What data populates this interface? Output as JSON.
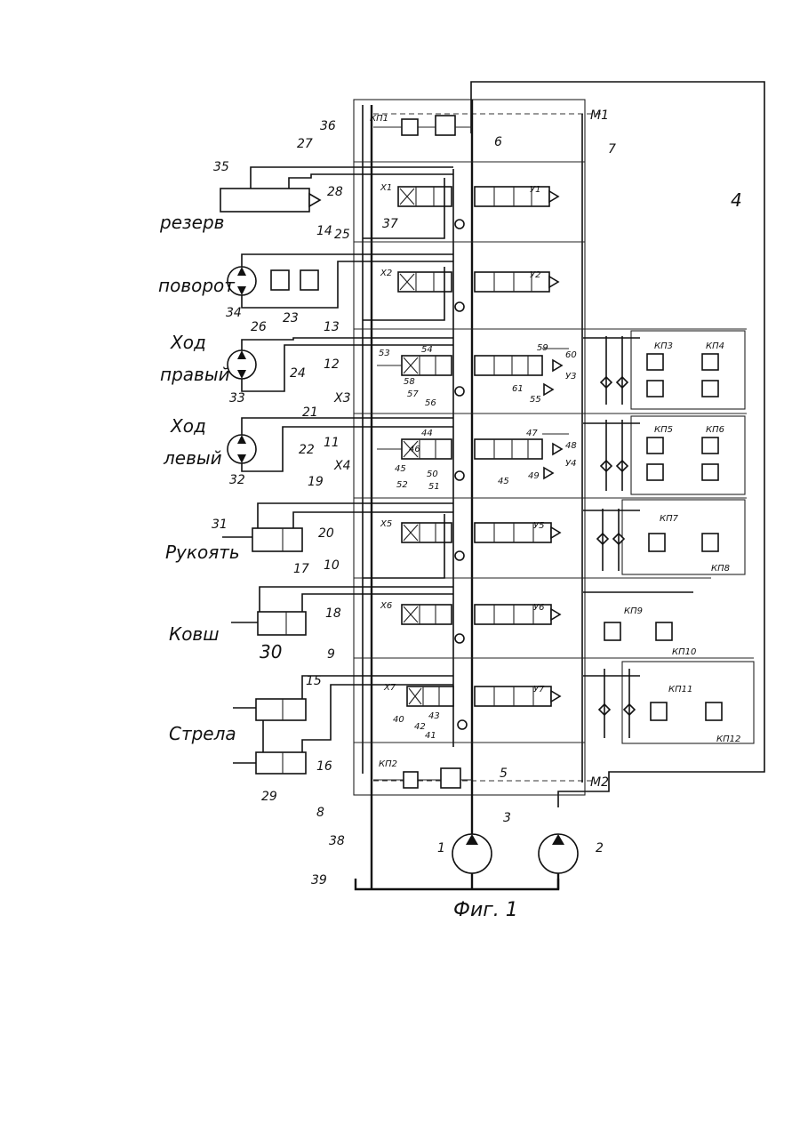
{
  "labels": {
    "rezerv": "резерв",
    "povorot": "поворот",
    "hod_pravyi_1": "Ход",
    "hod_pravyi_2": "правый",
    "hod_levyi_1": "Ход",
    "hod_levyi_2": "левый",
    "rukoyat": "Рукоять",
    "kovsh": "Ковш",
    "strela": "Стрела"
  },
  "caption": "Фиг. 1",
  "valves": {
    "kp1": "КП1",
    "kp2": "КП2",
    "kp3": "КП3",
    "kp4": "КП4",
    "kp5": "КП5",
    "kp6": "КП6",
    "kp7": "КП7",
    "kp8": "КП8",
    "kp9": "КП9",
    "kp10": "КП10",
    "kp11": "КП11",
    "kp12": "КП12",
    "m1": "М1",
    "m2": "М2"
  },
  "spools": {
    "x1": "Х1",
    "y1": "У1",
    "x2": "Х2",
    "y2": "У2",
    "x3": "Х3",
    "y3": "У3",
    "x4": "Х4",
    "y4": "У4",
    "x5": "Х5",
    "y5": "У5",
    "x6": "Х6",
    "y6": "У6",
    "x7": "Х7",
    "y7": "У7"
  },
  "numbers": {
    "n1": "1",
    "n2": "2",
    "n3": "3",
    "n4": "4",
    "n5": "5",
    "n6": "6",
    "n7": "7",
    "n8": "8",
    "n9": "9",
    "n10": "10",
    "n11": "11",
    "n12": "12",
    "n13": "13",
    "n14": "14",
    "n15": "15",
    "n16": "16",
    "n17": "17",
    "n18": "18",
    "n19": "19",
    "n20": "20",
    "n21": "21",
    "n22": "22",
    "n23": "23",
    "n24": "24",
    "n25": "25",
    "n26": "26",
    "n27": "27",
    "n28": "28",
    "n29": "29",
    "n30": "30",
    "n31": "31",
    "n32": "32",
    "n33": "33",
    "n34": "34",
    "n35": "35",
    "n36": "36",
    "n37": "37",
    "n38": "38",
    "n39": "39",
    "n40": "40",
    "n41": "41",
    "n42": "42",
    "n43": "43",
    "n44": "44",
    "n45a": "45",
    "n45b": "45",
    "n46": "46",
    "n47": "47",
    "n48": "48",
    "n49": "49",
    "n50": "50",
    "n51": "51",
    "n52": "52",
    "n53": "53",
    "n54": "54",
    "n55": "55",
    "n56": "56",
    "n57": "57",
    "n58": "58",
    "n59": "59",
    "n60": "60",
    "n61": "61"
  }
}
